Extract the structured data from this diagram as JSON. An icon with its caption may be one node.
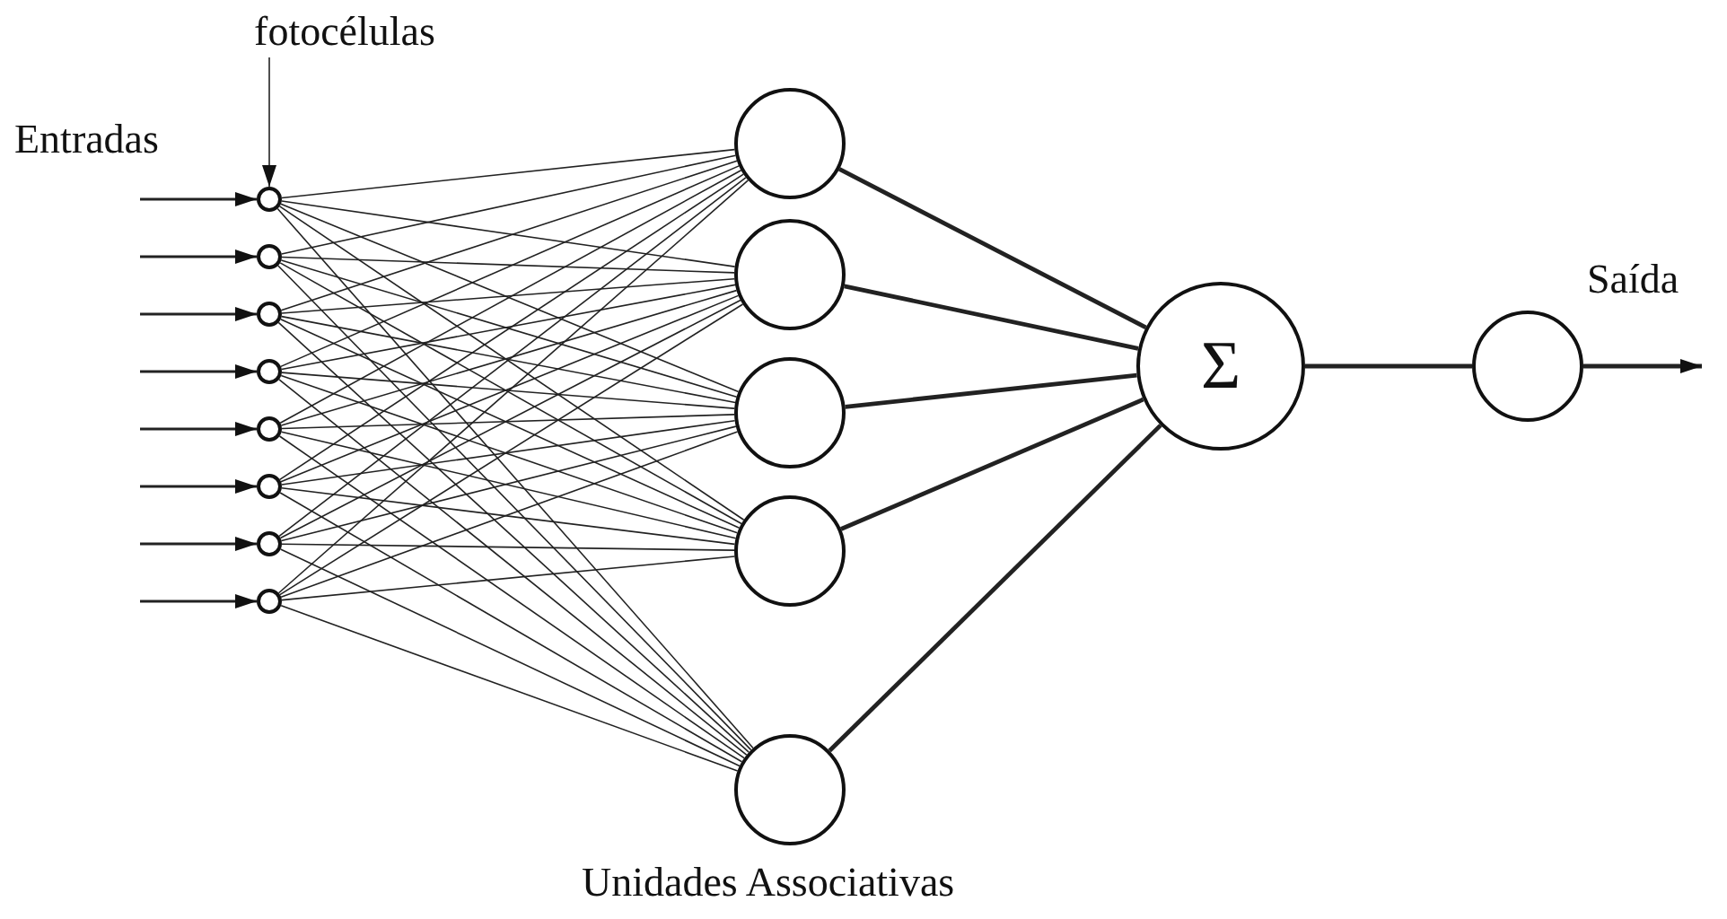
{
  "diagram": {
    "nodes": [
      {
        "text": [
          "fotocélulas"
        ]
      },
      {
        "text": [],
        "shape": "circle"
      },
      {
        "text": [],
        "shape": "circle"
      },
      {
        "text": [],
        "shape": "circle"
      },
      {
        "text": [],
        "shape": "circle"
      },
      {
        "text": [],
        "shape": "circle"
      },
      {
        "text": [],
        "shape": "circle"
      },
      {
        "text": [],
        "shape": "circle"
      },
      {
        "text": [],
        "shape": "circle"
      },
      {
        "text": [],
        "shape": "circle"
      },
      {
        "text": [],
        "shape": "circle"
      },
      {
        "text": [],
        "shape": "circle"
      },
      {
        "text": [],
        "shape": "circle"
      },
      {
        "text": [],
        "shape": "circle"
      },
      {
        "text": [
          "Σ"
        ]
      },
      {
        "text": [],
        "shape": "circle"
      }
    ],
    "edges": [
      {
        "from": 0,
        "to": 1,
        "arrow": "to"
      },
      {
        "from": null,
        "to": 1,
        "arrow": "to"
      },
      {
        "from": null,
        "to": 2,
        "arrow": "to"
      },
      {
        "from": null,
        "to": 3,
        "arrow": "to"
      },
      {
        "from": null,
        "to": 4,
        "arrow": "to"
      },
      {
        "from": null,
        "to": 5,
        "arrow": "to"
      },
      {
        "from": null,
        "to": 6,
        "arrow": "to"
      },
      {
        "from": null,
        "to": 7,
        "arrow": "to"
      },
      {
        "from": null,
        "to": 8,
        "arrow": "to"
      },
      {
        "from": 1,
        "to": 9,
        "arrow": "none"
      },
      {
        "from": 1,
        "to": 10,
        "arrow": "none"
      },
      {
        "from": 1,
        "to": 11,
        "arrow": "none"
      },
      {
        "from": 1,
        "to": 12,
        "arrow": "none"
      },
      {
        "from": 1,
        "to": 13,
        "arrow": "none"
      },
      {
        "from": 2,
        "to": 9,
        "arrow": "none"
      },
      {
        "from": 2,
        "to": 10,
        "arrow": "none"
      },
      {
        "from": 2,
        "to": 11,
        "arrow": "none"
      },
      {
        "from": 2,
        "to": 12,
        "arrow": "none"
      },
      {
        "from": 2,
        "to": 13,
        "arrow": "none"
      },
      {
        "from": 3,
        "to": 9,
        "arrow": "none"
      },
      {
        "from": 3,
        "to": 10,
        "arrow": "none"
      },
      {
        "from": 3,
        "to": 11,
        "arrow": "none"
      },
      {
        "from": 3,
        "to": 12,
        "arrow": "none"
      },
      {
        "from": 3,
        "to": 13,
        "arrow": "none"
      },
      {
        "from": 4,
        "to": 9,
        "arrow": "none"
      },
      {
        "from": 4,
        "to": 10,
        "arrow": "none"
      },
      {
        "from": 4,
        "to": 11,
        "arrow": "none"
      },
      {
        "from": 4,
        "to": 12,
        "arrow": "none"
      },
      {
        "from": 4,
        "to": 13,
        "arrow": "none"
      },
      {
        "from": 5,
        "to": 9,
        "arrow": "none"
      },
      {
        "from": 5,
        "to": 10,
        "arrow": "none"
      },
      {
        "from": 5,
        "to": 11,
        "arrow": "none"
      },
      {
        "from": 5,
        "to": 12,
        "arrow": "none"
      },
      {
        "from": 5,
        "to": 13,
        "arrow": "none"
      },
      {
        "from": 6,
        "to": 9,
        "arrow": "none"
      },
      {
        "from": 6,
        "to": 10,
        "arrow": "none"
      },
      {
        "from": 6,
        "to": 11,
        "arrow": "none"
      },
      {
        "from": 6,
        "to": 12,
        "arrow": "none"
      },
      {
        "from": 6,
        "to": 13,
        "arrow": "none"
      },
      {
        "from": 7,
        "to": 9,
        "arrow": "none"
      },
      {
        "from": 7,
        "to": 10,
        "arrow": "none"
      },
      {
        "from": 7,
        "to": 11,
        "arrow": "none"
      },
      {
        "from": 7,
        "to": 12,
        "arrow": "none"
      },
      {
        "from": 7,
        "to": 13,
        "arrow": "none"
      },
      {
        "from": 8,
        "to": 9,
        "arrow": "none"
      },
      {
        "from": 8,
        "to": 10,
        "arrow": "none"
      },
      {
        "from": 8,
        "to": 11,
        "arrow": "none"
      },
      {
        "from": 8,
        "to": 12,
        "arrow": "none"
      },
      {
        "from": 8,
        "to": 13,
        "arrow": "none"
      },
      {
        "from": 9,
        "to": 14,
        "arrow": "none",
        "style": "thick"
      },
      {
        "from": 10,
        "to": 14,
        "arrow": "none",
        "style": "thick"
      },
      {
        "from": 11,
        "to": 14,
        "arrow": "none",
        "style": "thick"
      },
      {
        "from": 12,
        "to": 14,
        "arrow": "none",
        "style": "thick"
      },
      {
        "from": 13,
        "to": 14,
        "arrow": "none",
        "style": "thick"
      },
      {
        "from": 14,
        "to": 15,
        "arrow": "none",
        "style": "thick"
      },
      {
        "from": 15,
        "to": null,
        "arrow": "to",
        "style": "thick"
      }
    ],
    "labels": [
      "Entradas",
      "Saída",
      "Unidades Associativas"
    ]
  }
}
